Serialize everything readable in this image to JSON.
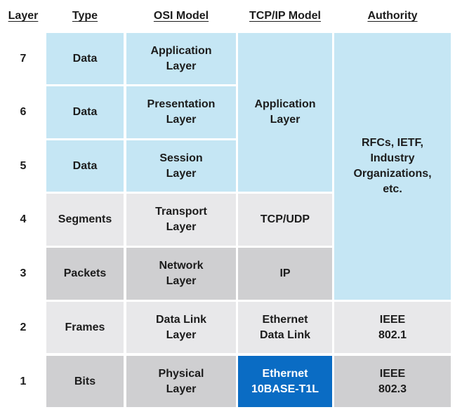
{
  "headers": {
    "layer": "Layer",
    "type": "Type",
    "osi": "OSI Model",
    "tcpip": "TCP/IP Model",
    "authority": "Authority"
  },
  "rows": [
    {
      "layer": "7",
      "type": "Data",
      "osi": "Application\nLayer"
    },
    {
      "layer": "6",
      "type": "Data",
      "osi": "Presentation\nLayer"
    },
    {
      "layer": "5",
      "type": "Data",
      "osi": "Session\nLayer"
    },
    {
      "layer": "4",
      "type": "Segments",
      "osi": "Transport\nLayer"
    },
    {
      "layer": "3",
      "type": "Packets",
      "osi": "Network\nLayer"
    },
    {
      "layer": "2",
      "type": "Frames",
      "osi": "Data Link\nLayer"
    },
    {
      "layer": "1",
      "type": "Bits",
      "osi": "Physical\nLayer"
    }
  ],
  "tcpip": {
    "application": "Application\nLayer",
    "transport": "TCP/UDP",
    "network": "IP",
    "datalink": "Ethernet\nData Link",
    "physical": "Ethernet\n10BASE-T1L"
  },
  "authority": {
    "upper": "RFCs, IETF,\nIndustry\nOrganizations,\netc.",
    "layer2": "IEEE\n802.1",
    "layer1": "IEEE\n802.3"
  },
  "colors": {
    "light_blue": "#c5e6f4",
    "light_gray": "#e8e8ea",
    "dark_gray": "#cfcfd1",
    "accent_blue": "#0a6cc4"
  }
}
